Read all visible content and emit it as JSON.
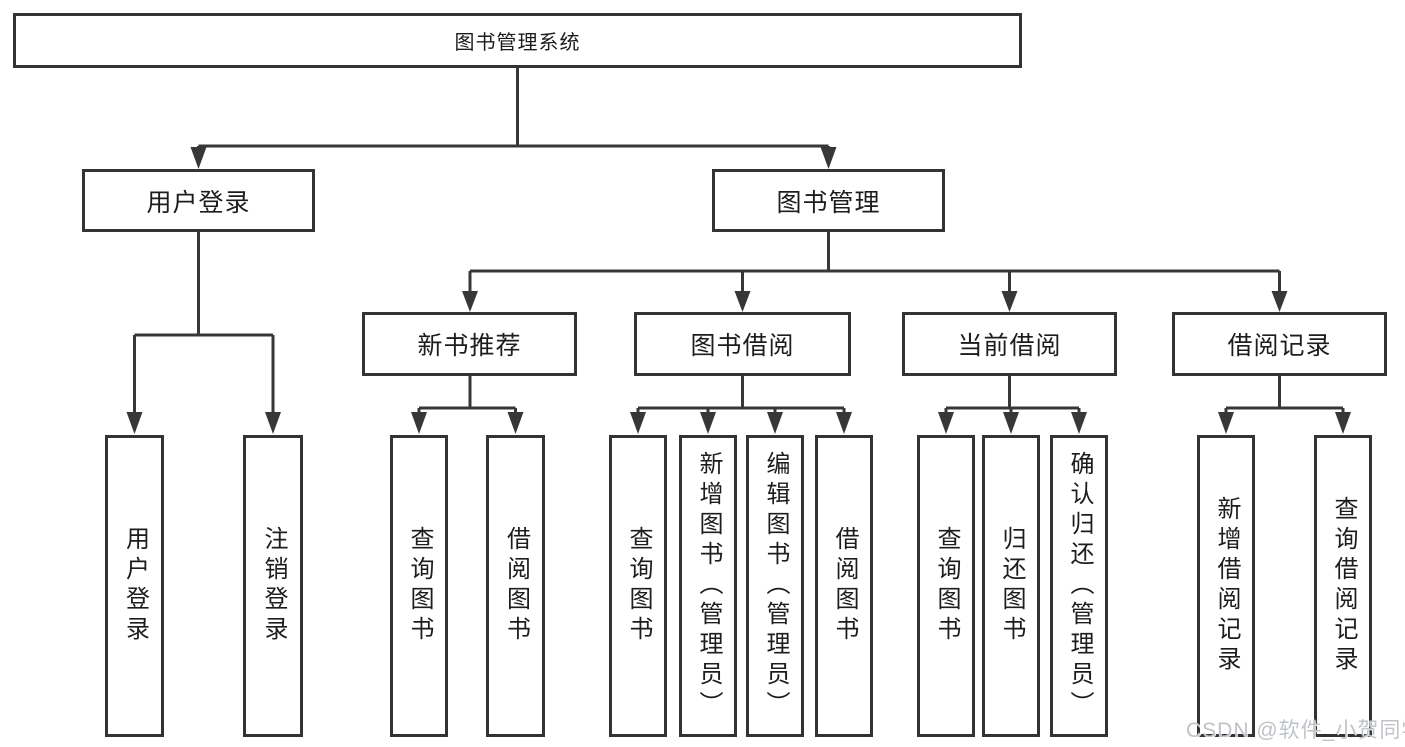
{
  "tree": {
    "root": "图书管理系统",
    "branches": [
      {
        "label": "用户登录",
        "children": [
          "用户登录",
          "注销登录"
        ]
      },
      {
        "label": "图书管理",
        "groups": [
          {
            "label": "新书推荐",
            "children": [
              "查询图书",
              "借阅图书"
            ]
          },
          {
            "label": "图书借阅",
            "children": [
              "查询图书",
              "新增图书（管理员）",
              "编辑图书（管理员）",
              "借阅图书"
            ]
          },
          {
            "label": "当前借阅",
            "children": [
              "查询图书",
              "归还图书",
              "确认归还（管理员）"
            ]
          },
          {
            "label": "借阅记录",
            "children": [
              "新增借阅记录",
              "查询借阅记录"
            ]
          }
        ]
      }
    ]
  },
  "watermark": {
    "text": "CSDN @软件_小贺同学"
  },
  "colors": {
    "line": "#373737",
    "border": "#333333",
    "text": "#1d1d1d",
    "background": "#ffffff",
    "watermark": "#bfc3c7"
  }
}
